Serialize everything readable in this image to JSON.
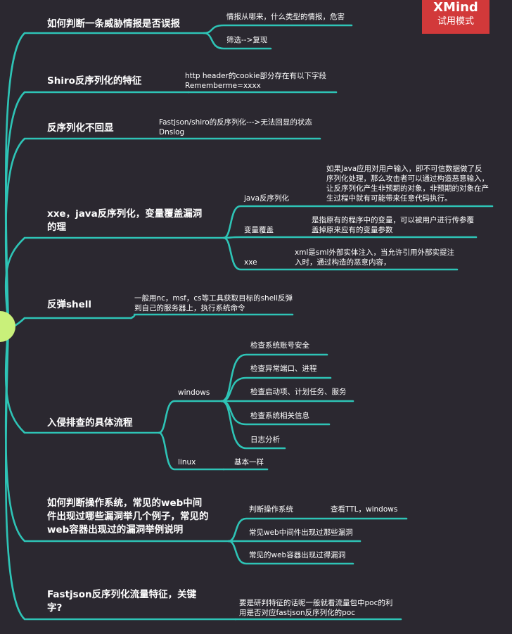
{
  "watermark": {
    "brand": "XMind",
    "mode": "试用模式"
  },
  "colors": {
    "background": "#2b2830",
    "branch": "#2ec4b6",
    "root": "#c9f07a",
    "badge": "#d2393a"
  },
  "topics": [
    {
      "title": "如何判断一条威胁情报是否误报",
      "children": [
        {
          "text": "情报从哪来，什么类型的情报，危害"
        },
        {
          "text": "筛选-->复现"
        }
      ]
    },
    {
      "title": "Shiro反序列化的特征",
      "children": [
        {
          "text": "http header的cookie部分存在有以下字段\nRememberme=xxxx"
        }
      ]
    },
    {
      "title": "反序列化不回显",
      "children": [
        {
          "text": "Fastjson/shiro的反序列化--->无法回显的状态\nDnslog"
        }
      ]
    },
    {
      "title": "xxe，java反序列化，变量覆盖漏洞的理",
      "children": [
        {
          "label": "java反序列化",
          "detail": "如果Java应用对用户输入，即不可信数据做了反序列化处理，那么攻击者可以通过构造恶意输入，让反序列化产生非预期的对象，非预期的对象在产生过程中就有可能带来任意代码执行。"
        },
        {
          "label": "变量覆盖",
          "detail": "是指原有的程序中的变量，可以被用户进行传参覆盖掉原来应有的变量参数"
        },
        {
          "label": "xxe",
          "detail": "xml是sml外部实体注入，当允许引用外部实提注入时，通过构造的恶意内容，"
        }
      ]
    },
    {
      "title": "反弹shell",
      "children": [
        {
          "text": "一般用nc，msf，cs等工具获取目标的shell反弹到自己的服务器上，执行系统命令"
        }
      ]
    },
    {
      "title": "入侵排查的具体流程",
      "children": [
        {
          "label": "windows",
          "items": [
            "检查系统账号安全",
            "检查异常端口、进程",
            "检查启动项、计划任务、服务",
            "检查系统相关信息",
            "日志分析"
          ]
        },
        {
          "label": "linux",
          "items": [
            "基本一样"
          ]
        }
      ]
    },
    {
      "title": "如何判断操作系统，常见的web中间件出现过哪些漏洞举几个例子，常见的web容器出现过的漏洞举例说明",
      "children": [
        {
          "label": "判断操作系统",
          "detail": "查看TTL，windows"
        },
        {
          "label": "常见web中间件出现过那些漏洞"
        },
        {
          "label": "常见的web容器出现过得漏洞"
        }
      ]
    },
    {
      "title": "Fastjson反序列化流量特征，关键字?",
      "children": [
        {
          "text": "要是研判特征的话呢一般就看流量包中poc的利用是否对应fastjson反序列化的poc"
        }
      ]
    }
  ]
}
